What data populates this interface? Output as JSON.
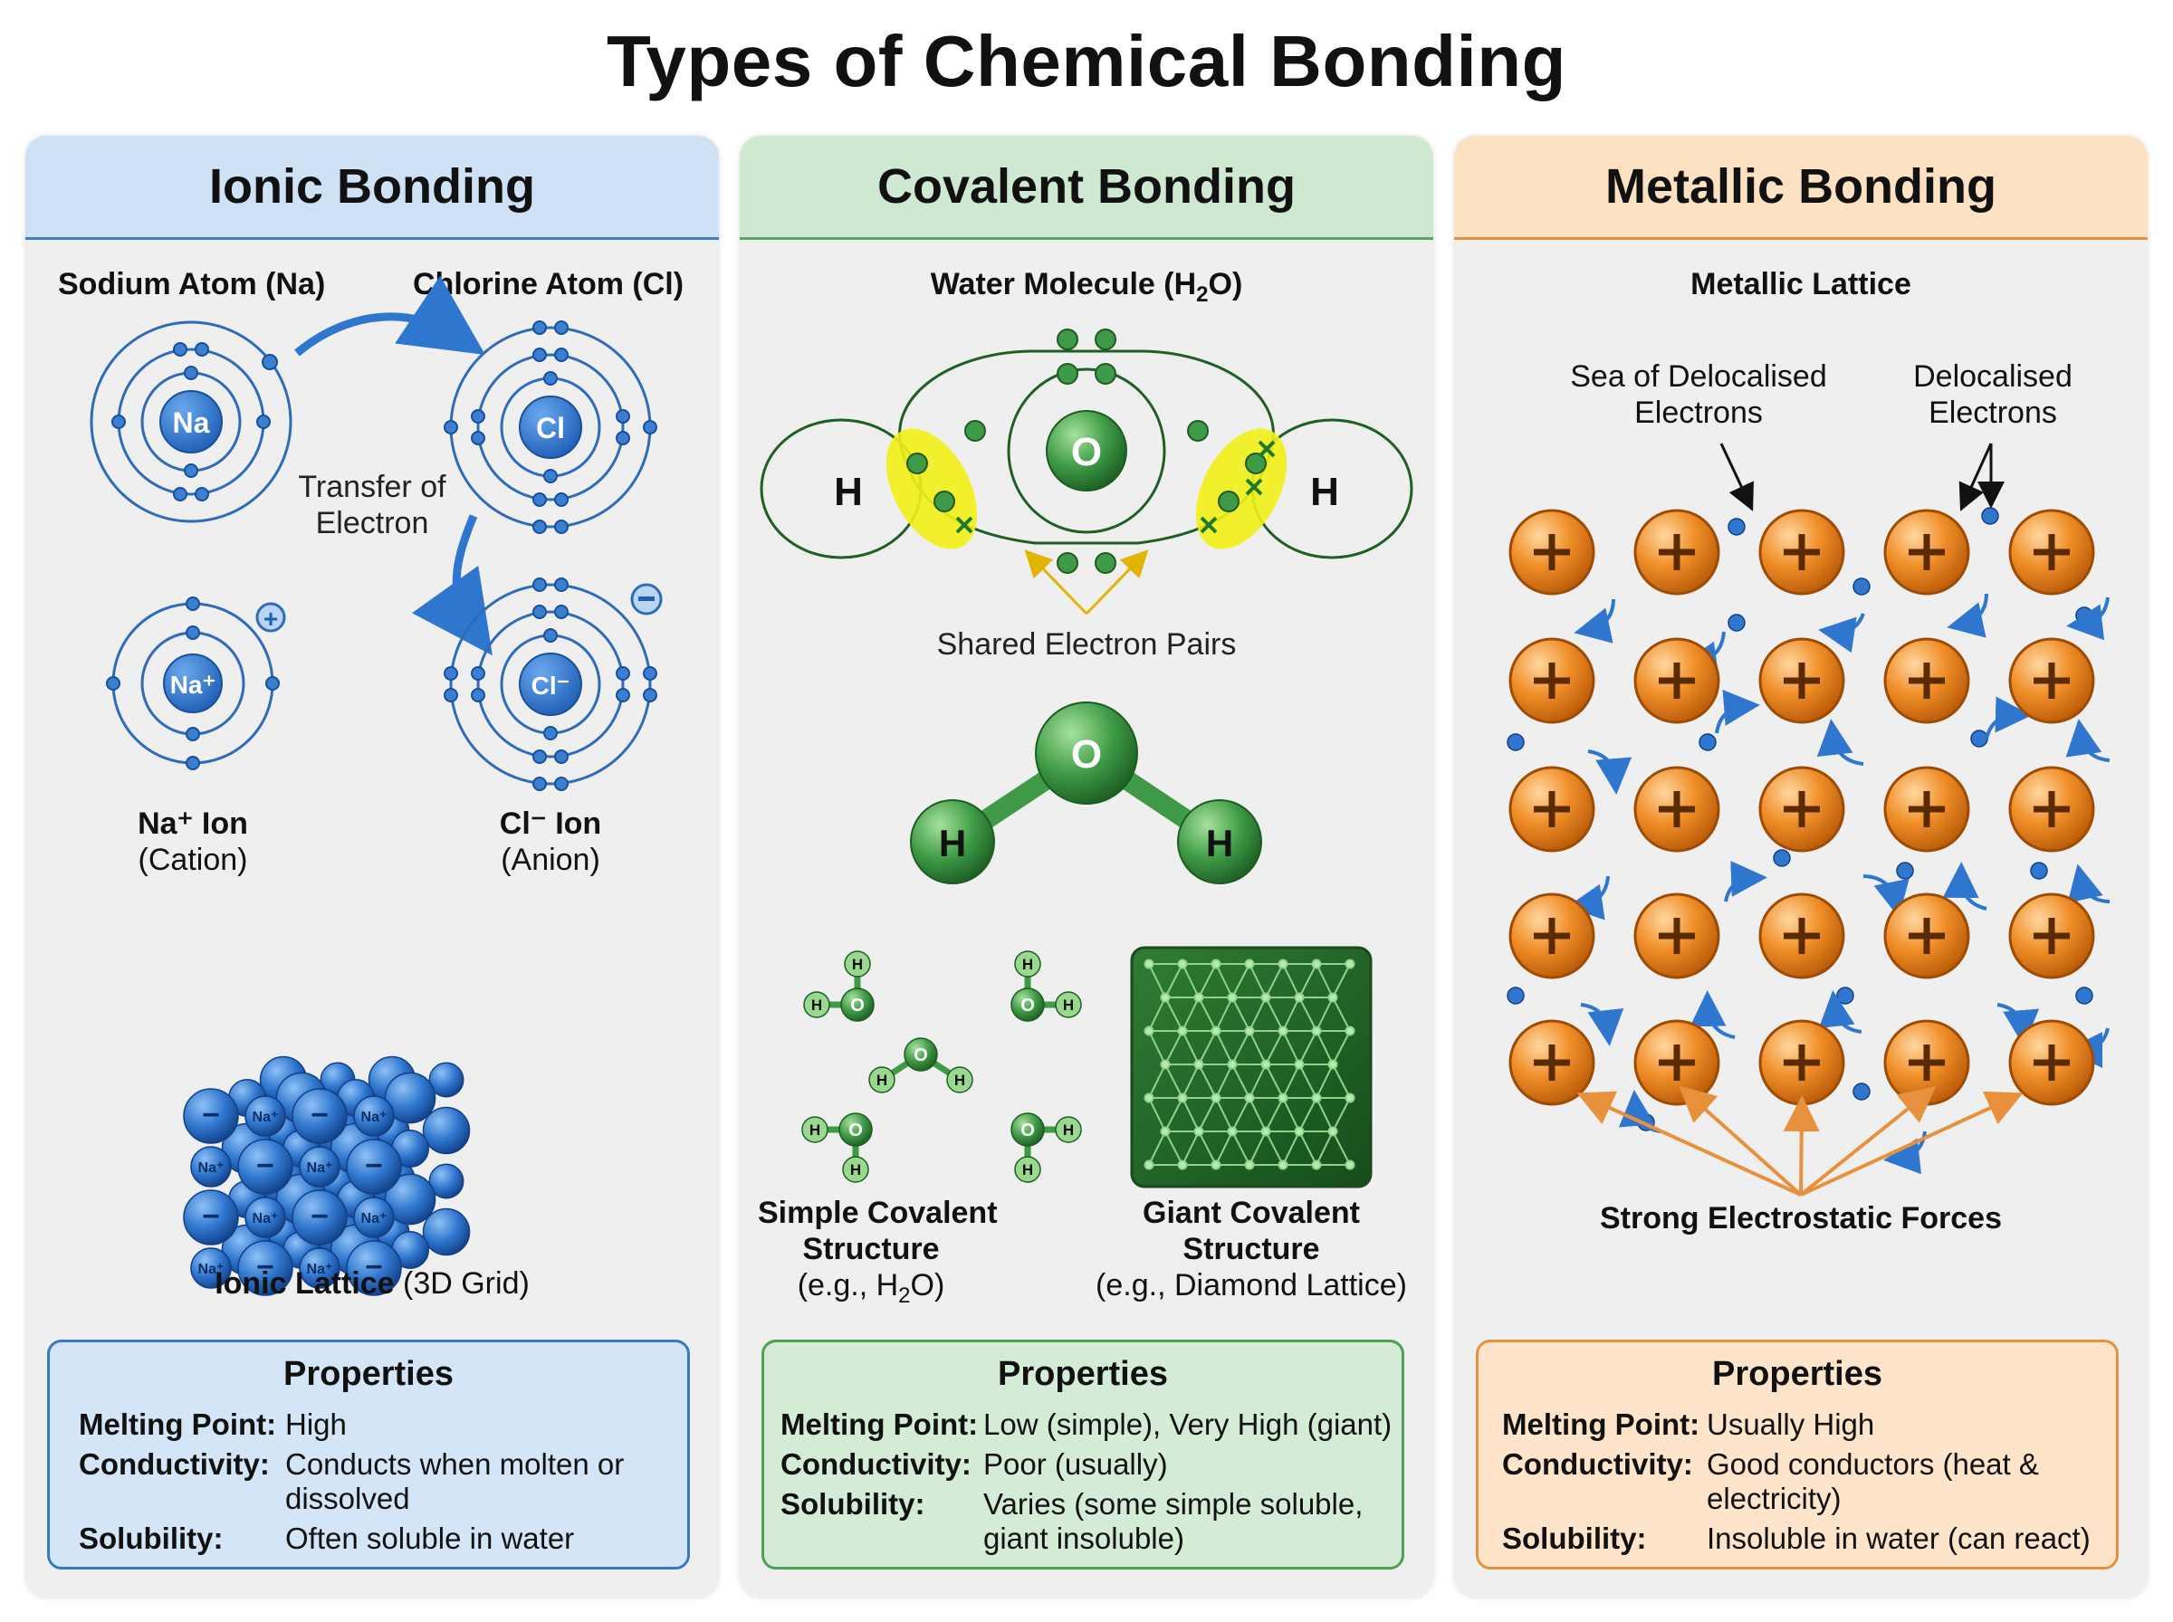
{
  "title": "Types of Chemical Bonding",
  "colors": {
    "ionic": "#3f7cc0",
    "covalent": "#3e9a46",
    "metallic": "#e8913d",
    "highlight": "#f2ef16"
  },
  "ionic": {
    "heading": "Ionic Bonding",
    "sodium_label": "Sodium Atom (Na)",
    "chlorine_label": "Chlorine Atom (Cl)",
    "na_symbol": "Na",
    "cl_symbol": "Cl",
    "na_ion_symbol": "Na⁺",
    "cl_ion_symbol": "Cl⁻",
    "transfer_line1": "Transfer of",
    "transfer_line2": "Electron",
    "na_ion_name": "Na⁺ Ion",
    "na_ion_type": "(Cation)",
    "cl_ion_name": "Cl⁻ Ion",
    "cl_ion_type": "(Anion)",
    "lattice_label_bold": "Ionic Lattice",
    "lattice_label_rest": " (3D Grid)",
    "props": {
      "title": "Properties",
      "melting_key": "Melting Point:",
      "melting_val": "High",
      "conductivity_key": "Conductivity:",
      "conductivity_val1": "Conducts when molten or",
      "conductivity_val2": "dissolved",
      "solubility_key": "Solubility:",
      "solubility_val": "Often soluble in water"
    }
  },
  "covalent": {
    "heading": "Covalent Bonding",
    "water_label_pre": "Water Molecule (H",
    "water_label_sub": "2",
    "water_label_post": "O)",
    "o_symbol": "O",
    "h_symbol": "H",
    "shared_label": "Shared Electron Pairs",
    "simple_line1": "Simple Covalent",
    "simple_line2": "Structure",
    "simple_line3_pre": "(e.g., H",
    "simple_line3_sub": "2",
    "simple_line3_post": "O)",
    "giant_line1": "Giant Covalent",
    "giant_line2": "Structure",
    "giant_line3": "(e.g., Diamond Lattice)",
    "props": {
      "title": "Properties",
      "melting_key": "Melting Point:",
      "melting_val": "Low (simple), Very High (giant)",
      "conductivity_key": "Conductivity:",
      "conductivity_val": "Poor (usually)",
      "solubility_key": "Solubility:",
      "solubility_val1": "Varies (some simple soluble,",
      "solubility_val2": "giant insoluble)"
    }
  },
  "metallic": {
    "heading": "Metallic Bonding",
    "lattice_label": "Metallic Lattice",
    "sea_line1": "Sea of Delocalised",
    "sea_line2": "Electrons",
    "deloc_line1": "Delocalised",
    "deloc_line2": "Electrons",
    "forces_label": "Strong Electrostatic Forces",
    "props": {
      "title": "Properties",
      "melting_key": "Melting Point:",
      "melting_val": "Usually High",
      "conductivity_key": "Conductivity:",
      "conductivity_val1": "Good conductors (heat &",
      "conductivity_val2": "electricity)",
      "solubility_key": "Solubility:",
      "solubility_val": "Insoluble in water (can react)"
    }
  }
}
